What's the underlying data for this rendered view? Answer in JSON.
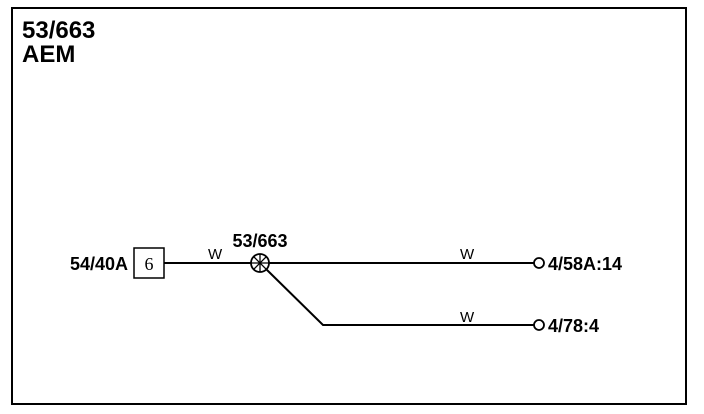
{
  "header": {
    "line1": "53/663",
    "line2": "AEM"
  },
  "source_connector": {
    "label": "54/40A",
    "pin": "6"
  },
  "splice": {
    "label": "53/663"
  },
  "wires": [
    {
      "color_code": "W"
    },
    {
      "color_code": "W"
    },
    {
      "color_code": "W"
    }
  ],
  "destinations": [
    {
      "label": "4/58A:14"
    },
    {
      "label": "4/78:4"
    }
  ]
}
